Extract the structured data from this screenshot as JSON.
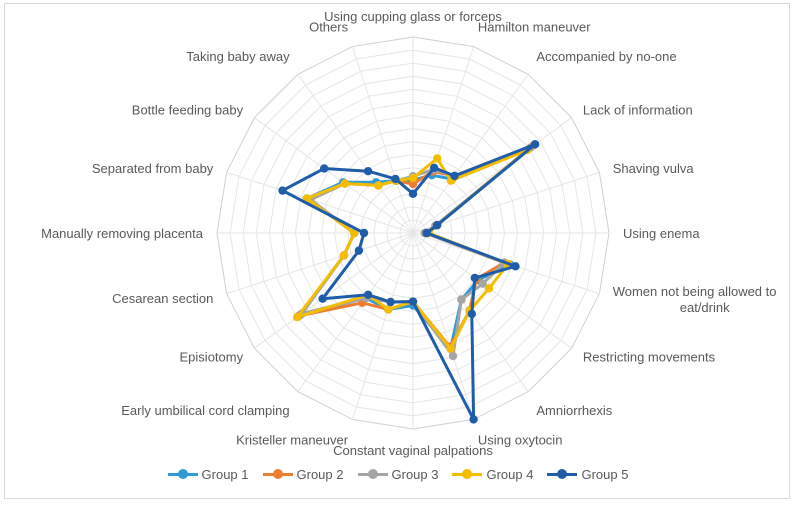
{
  "chart_data": {
    "type": "radar",
    "axes": [
      "Using cupping glass or forceps",
      "Hamilton maneuver",
      "Accompanied by no-one",
      "Lack of information",
      "Shaving vulva",
      "Using enema",
      "Women not being allowed to eat/drink",
      "Restricting movements",
      "Amniorrhexis",
      "Using oxytocin",
      "Constant vaginal palpations",
      "Kristeller maneuver",
      "Early umbilical cord clamping",
      "Episiotomy",
      "Cesarean section",
      "Manually removing placenta",
      "Separated from baby",
      "Bottle feeding baby",
      "Taking baby away",
      "Others"
    ],
    "rings": 15,
    "series": [
      {
        "name": "Group 1",
        "color": "#2E9BD6",
        "values": [
          0.27,
          0.31,
          0.34,
          0.77,
          0.13,
          0.07,
          0.52,
          0.41,
          0.42,
          0.62,
          0.37,
          0.41,
          0.41,
          0.71,
          0.37,
          0.3,
          0.57,
          0.44,
          0.32,
          0.28
        ]
      },
      {
        "name": "Group 2",
        "color": "#ED7D31",
        "values": [
          0.25,
          0.33,
          0.36,
          0.76,
          0.12,
          0.06,
          0.49,
          0.4,
          0.49,
          0.61,
          0.35,
          0.41,
          0.44,
          0.72,
          0.37,
          0.3,
          0.55,
          0.43,
          0.3,
          0.28
        ]
      },
      {
        "name": "Group 3",
        "color": "#A5A5A5",
        "values": [
          0.29,
          0.34,
          0.36,
          0.74,
          0.12,
          0.06,
          0.49,
          0.44,
          0.42,
          0.66,
          0.35,
          0.37,
          0.41,
          0.7,
          0.37,
          0.3,
          0.55,
          0.43,
          0.3,
          0.28
        ]
      },
      {
        "name": "Group 4",
        "color": "#F5BD00",
        "values": [
          0.28,
          0.4,
          0.33,
          0.72,
          0.13,
          0.08,
          0.51,
          0.48,
          0.49,
          0.62,
          0.35,
          0.41,
          0.39,
          0.73,
          0.37,
          0.3,
          0.57,
          0.43,
          0.3,
          0.28
        ]
      },
      {
        "name": "Group 5",
        "color": "#1F5DAA",
        "values": [
          0.2,
          0.35,
          0.36,
          0.77,
          0.13,
          0.07,
          0.55,
          0.39,
          0.51,
          1.0,
          0.35,
          0.37,
          0.39,
          0.57,
          0.29,
          0.25,
          0.7,
          0.56,
          0.39,
          0.29
        ]
      }
    ],
    "legend_position": "bottom",
    "grid": true
  }
}
